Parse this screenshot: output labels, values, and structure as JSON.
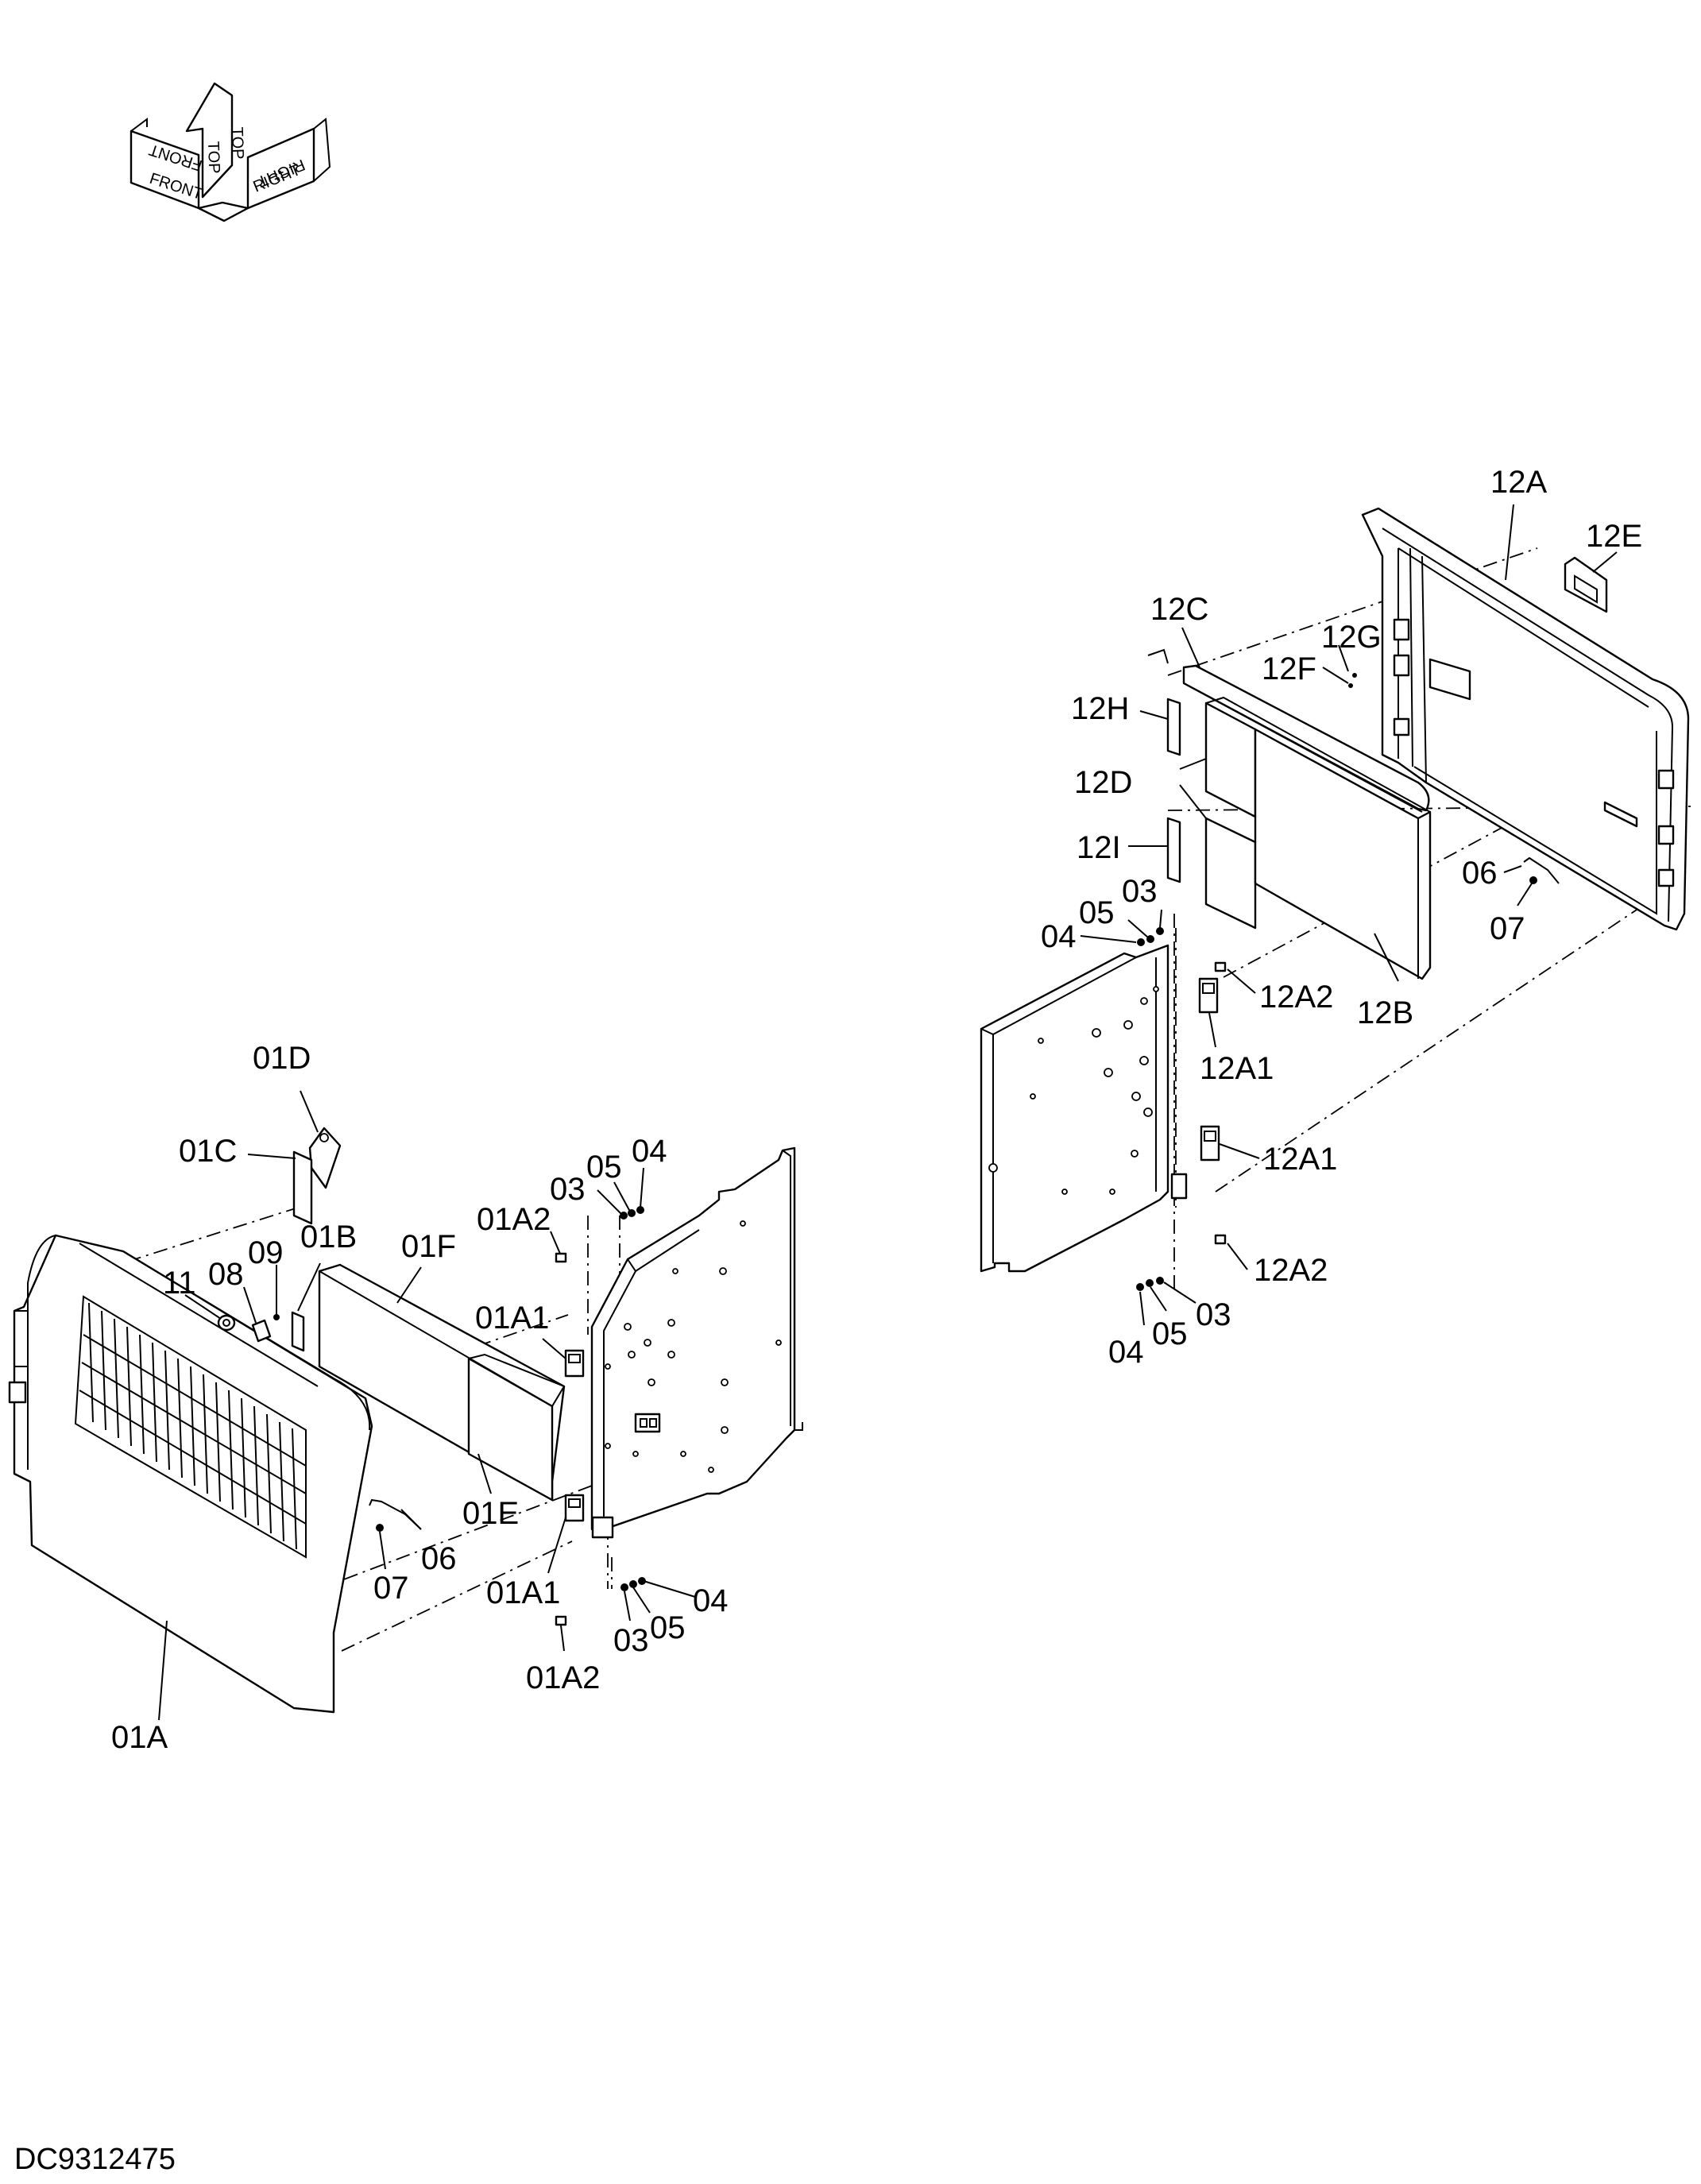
{
  "drawing_id": "DC9312475",
  "orientation_icon": {
    "labels": [
      "FRONT",
      "TOP",
      "RIGHT",
      "FRONT",
      "TOP",
      "RIGHT"
    ]
  },
  "callouts": [
    "01D",
    "01C",
    "11",
    "08",
    "09",
    "01B",
    "01F",
    "01A2",
    "03",
    "05",
    "04",
    "01A1",
    "01E",
    "06",
    "07",
    "01A1",
    "03",
    "05",
    "04",
    "01A2",
    "01A",
    "12A",
    "12E",
    "12C",
    "12G",
    "12F",
    "12H",
    "12D",
    "12I",
    "03",
    "05",
    "04",
    "06",
    "07",
    "12A2",
    "12B",
    "12A1",
    "12A1",
    "12A2",
    "03",
    "05",
    "04"
  ]
}
